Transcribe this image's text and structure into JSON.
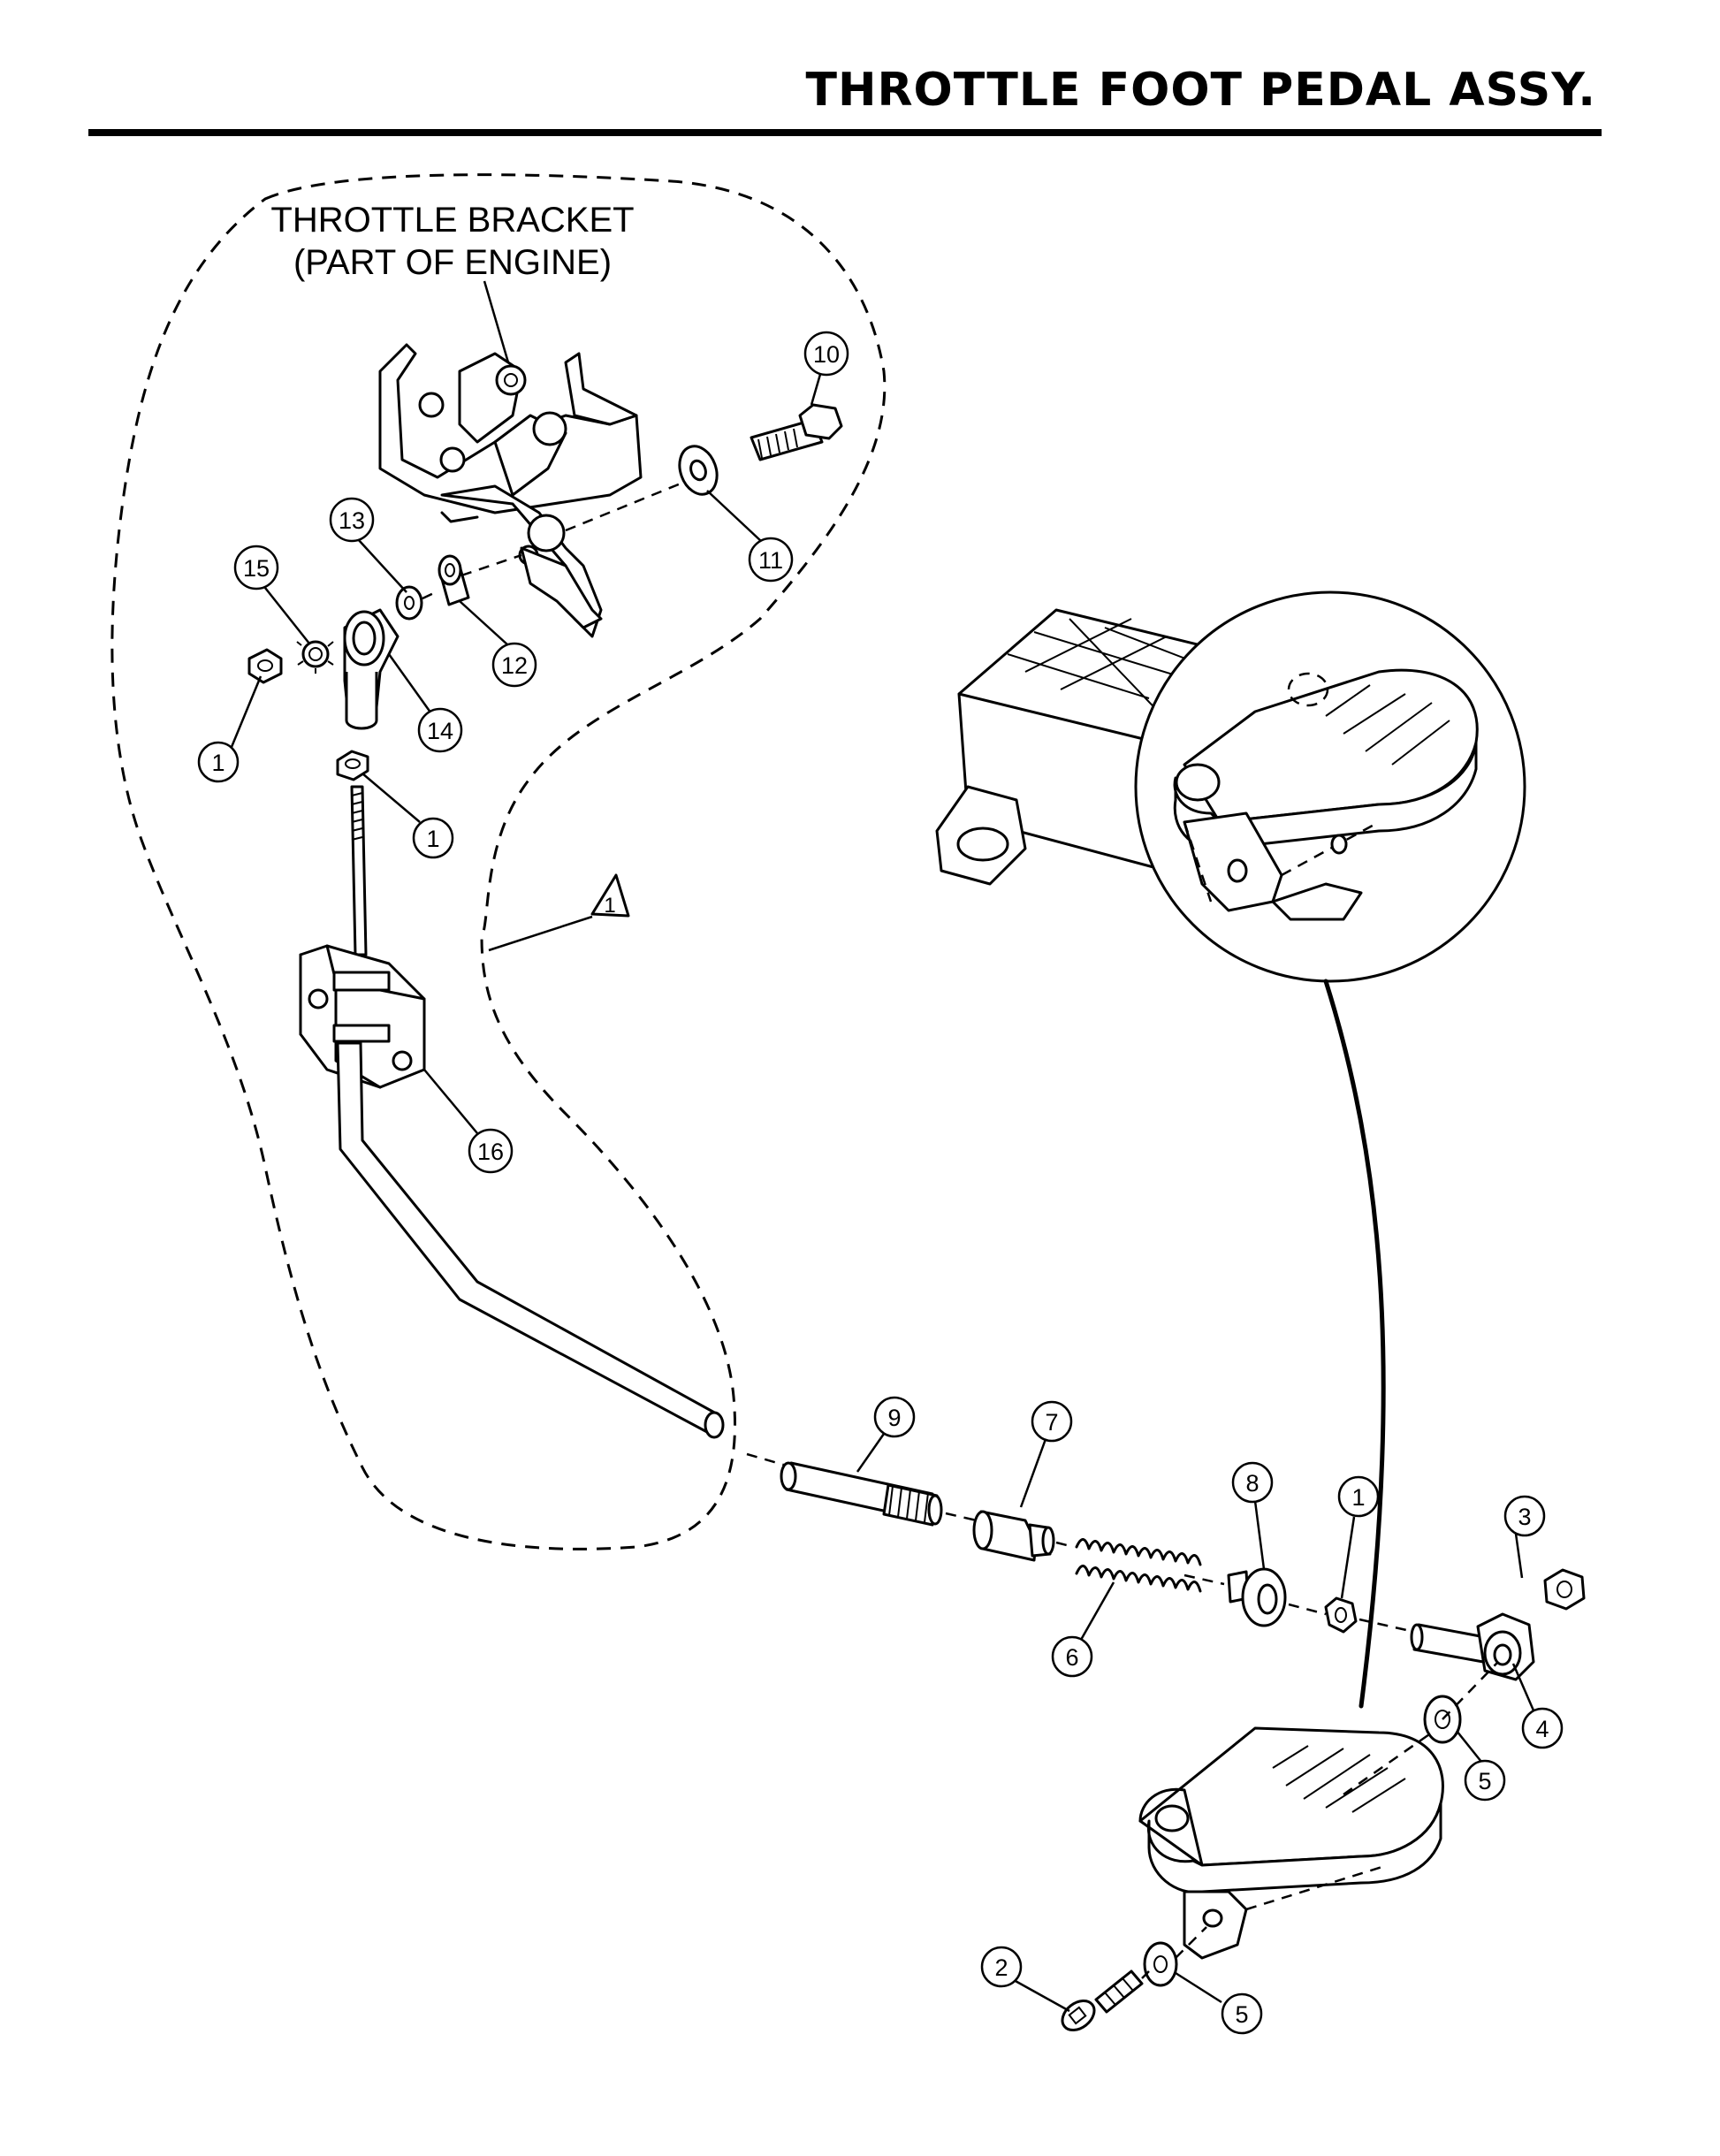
{
  "header": {
    "title": "THROTTLE FOOT PEDAL ASSY."
  },
  "labels": {
    "bracket_line1": "THROTTLE BRACKET",
    "bracket_line2": "(PART OF ENGINE)",
    "note_flag": "1"
  },
  "callouts": {
    "c1a": "1",
    "c1b": "1",
    "c1c": "1",
    "c2": "2",
    "c3": "3",
    "c4": "4",
    "c5a": "5",
    "c5b": "5",
    "c6": "6",
    "c7": "7",
    "c8": "8",
    "c9": "9",
    "c10": "10",
    "c11": "11",
    "c12": "12",
    "c13": "13",
    "c14": "14",
    "c15": "15",
    "c16": "16"
  }
}
